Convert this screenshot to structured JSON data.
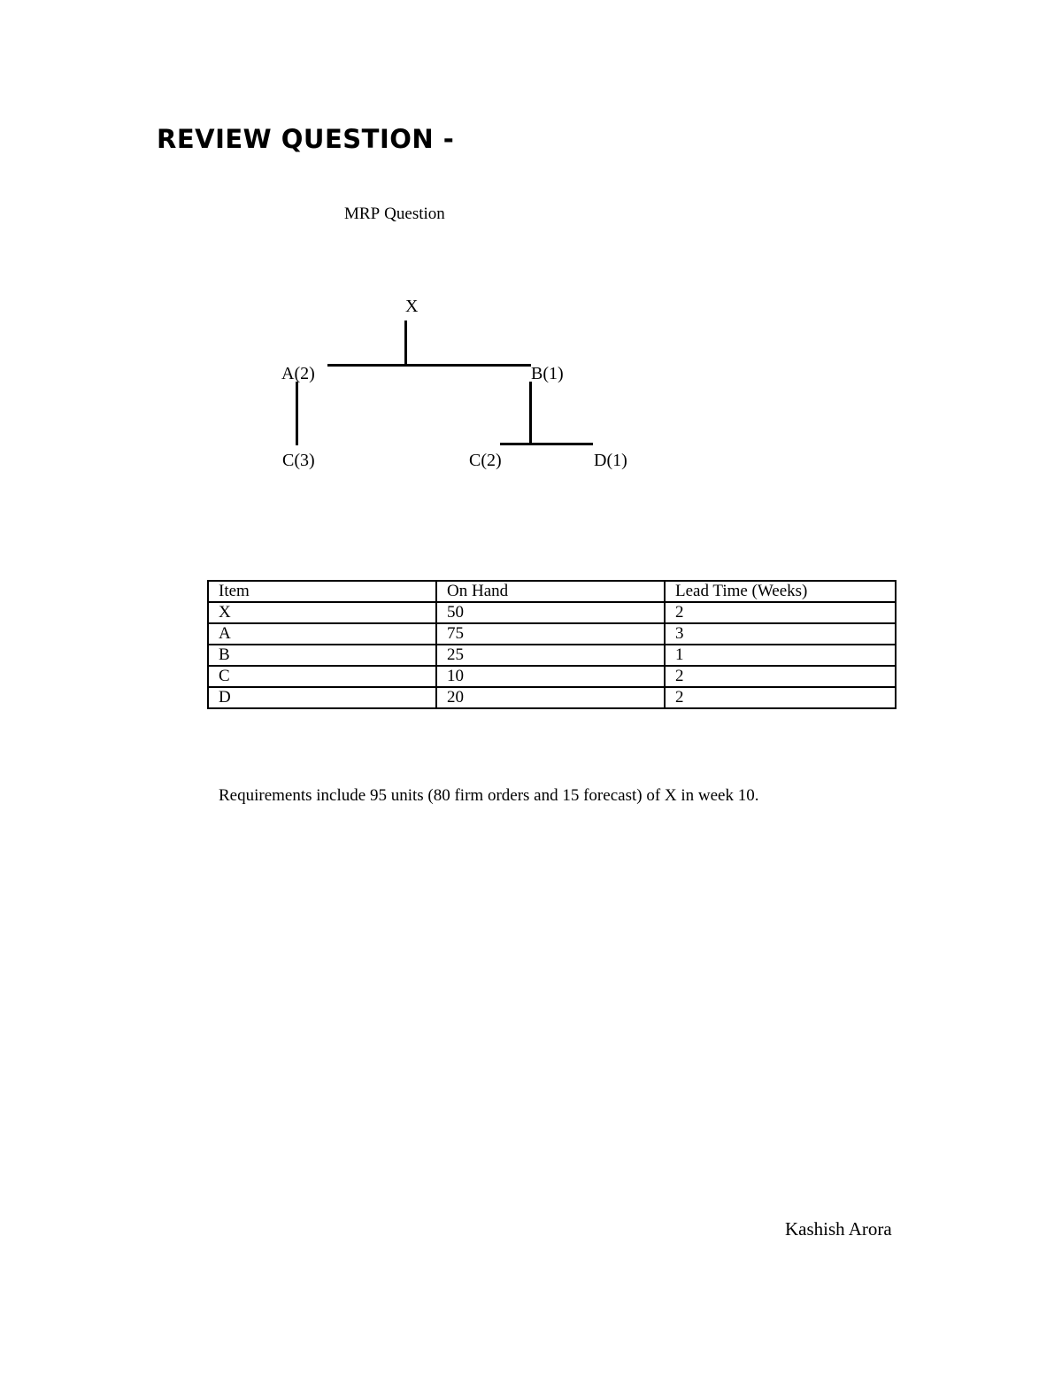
{
  "document": {
    "title": "REVIEW QUESTION -",
    "subtitle": "MRP Question",
    "author": "Kashish Arora"
  },
  "bom_tree": {
    "root": "X",
    "level1": [
      {
        "label": "A(2)",
        "children": [
          "C(3)"
        ]
      },
      {
        "label": "B(1)",
        "children": [
          "C(2)",
          "D(1)"
        ]
      }
    ],
    "labels": {
      "x": "X",
      "a": "A(2)",
      "b": "B(1)",
      "c_under_a": "C(3)",
      "c_under_b": "C(2)",
      "d_under_b": "D(1)"
    }
  },
  "table": {
    "headers": [
      "Item",
      "On Hand",
      "Lead Time (Weeks)"
    ],
    "rows": [
      [
        "X",
        "50",
        "2"
      ],
      [
        "A",
        "75",
        "3"
      ],
      [
        "B",
        "25",
        "1"
      ],
      [
        "C",
        "10",
        "2"
      ],
      [
        "D",
        "20",
        "2"
      ]
    ]
  },
  "requirements_text": "Requirements include 95 units (80 firm orders and 15 forecast) of X in week 10."
}
